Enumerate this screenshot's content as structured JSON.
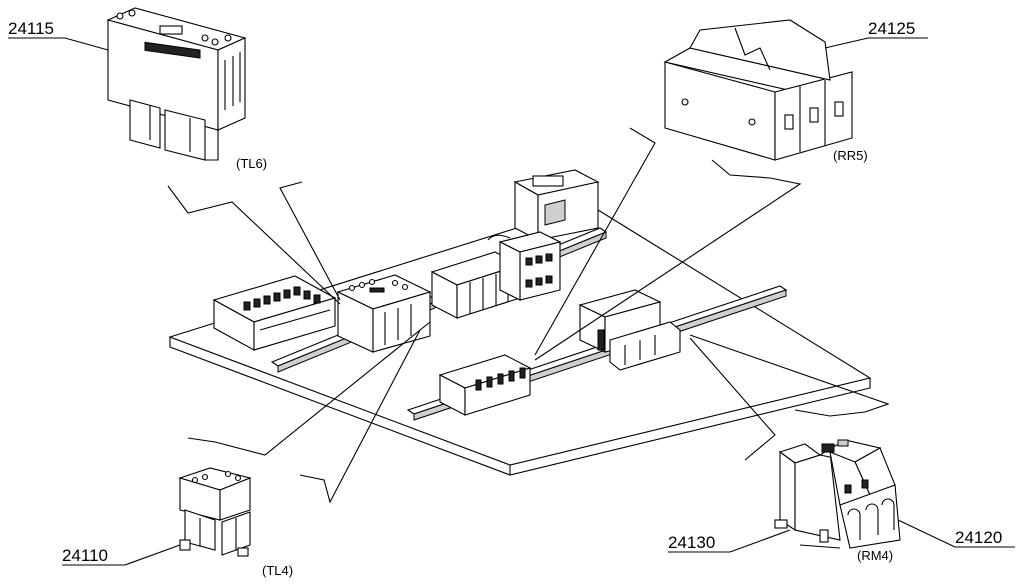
{
  "components": [
    {
      "part": "24115",
      "model": "(TL6)"
    },
    {
      "part": "24125",
      "model": "(RR5)"
    },
    {
      "part": "24110",
      "model": "(TL4)"
    },
    {
      "part": "24130",
      "model": ""
    },
    {
      "part": "24120",
      "model": "(RM4)"
    }
  ]
}
